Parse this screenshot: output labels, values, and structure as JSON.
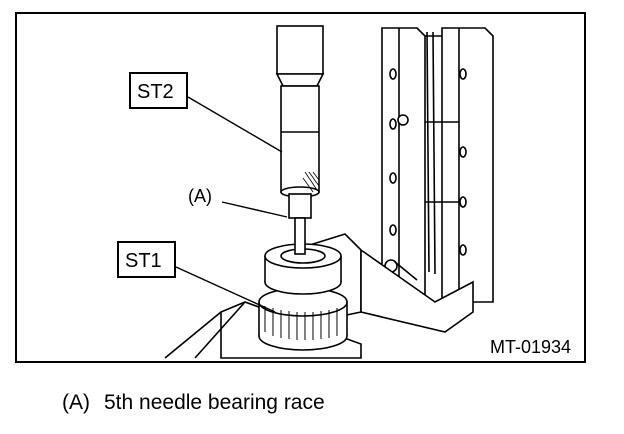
{
  "figure": {
    "callouts": {
      "st2": "ST2",
      "st1": "ST1",
      "a": "(A)"
    },
    "reference_code": "MT-01934"
  },
  "caption": {
    "key": "(A)",
    "text": "5th needle bearing race"
  }
}
